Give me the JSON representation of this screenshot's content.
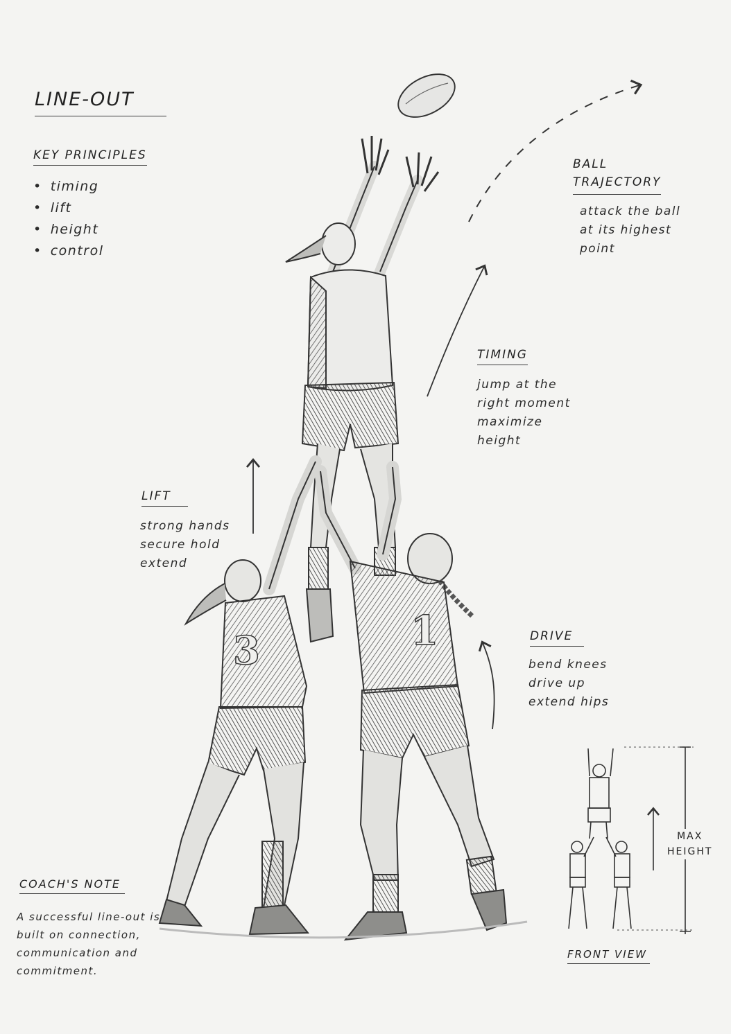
{
  "title": "LINE-OUT",
  "key_principles": {
    "heading": "KEY PRINCIPLES",
    "items": [
      "timing",
      "lift",
      "height",
      "control"
    ]
  },
  "ball_trajectory": {
    "heading_line1": "BALL",
    "heading_line2": "TRAJECTORY",
    "lines": [
      "attack the ball",
      "at its highest",
      "point"
    ]
  },
  "timing": {
    "heading": "TIMING",
    "lines": [
      "jump at the",
      "right moment",
      "maximize",
      "height"
    ]
  },
  "lift": {
    "heading": "LIFT",
    "lines": [
      "strong hands",
      "secure hold",
      "extend"
    ]
  },
  "drive": {
    "heading": "DRIVE",
    "lines": [
      "bend knees",
      "drive up",
      "extend hips"
    ]
  },
  "coach_note": {
    "heading": "COACH'S NOTE",
    "lines": [
      "A successful line-out is",
      "built on connection,",
      "communication and",
      "commitment."
    ]
  },
  "front_view": {
    "label": "FRONT VIEW",
    "max_line1": "MAX",
    "max_line2": "HEIGHT"
  },
  "jersey_numbers": {
    "left": "3",
    "right": "1"
  },
  "colors": {
    "ink": "#2a2a2a",
    "paper": "#f4f4f2",
    "shade": "#5a5a5a"
  }
}
